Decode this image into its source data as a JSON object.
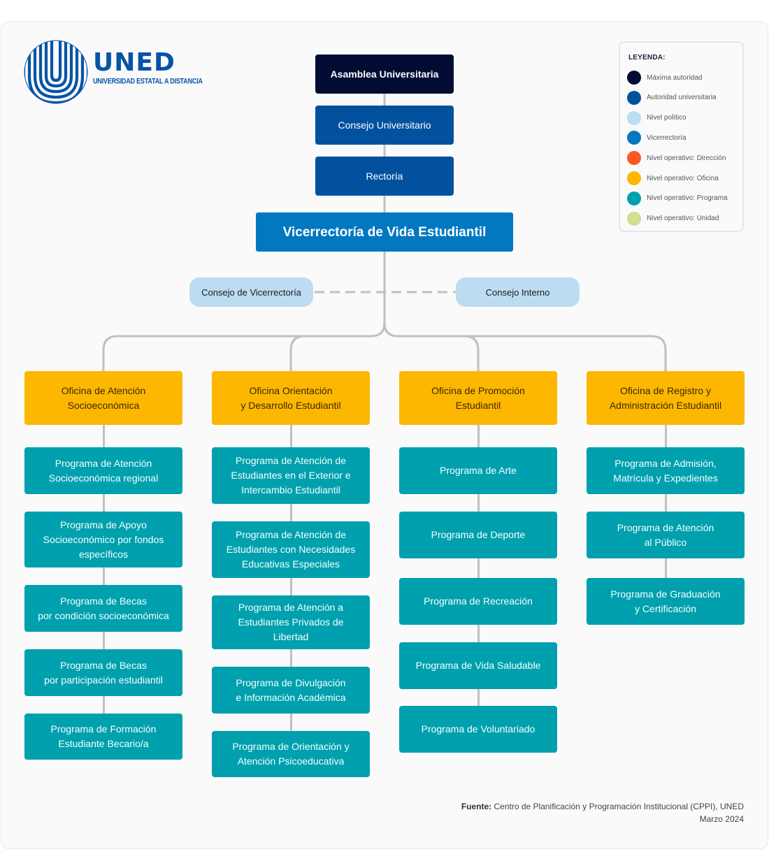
{
  "logo": {
    "name": "UNED",
    "subtitle": "UNIVERSIDAD ESTATAL A DISTANCIA",
    "brand_color": "#0554a7"
  },
  "legend": {
    "title": "LEYENDA:",
    "items": [
      {
        "label": "Máxima autoridad",
        "color": "#020c32"
      },
      {
        "label": "Autoridad universitaria",
        "color": "#02519f"
      },
      {
        "label": "Nivel político",
        "color": "#bcdcf2"
      },
      {
        "label": "Vicerrectoría",
        "color": "#0278c1"
      },
      {
        "label": "Nivel operativo: Dirección",
        "color": "#fe5722"
      },
      {
        "label": "Nivel operativo: Oficina",
        "color": "#feb701"
      },
      {
        "label": "Nivel operativo: Programa",
        "color": "#01a0ae"
      },
      {
        "label": "Nivel operativo: Unidad",
        "color": "#d0df91"
      }
    ]
  },
  "hierarchy": {
    "asamblea": "Asamblea Universitaria",
    "consejo_universitario": "Consejo Universitario",
    "rectoria": "Rectoría",
    "vicerrectoria": "Vicerrectoría de Vida Estudiantil",
    "consejo_vicerrectoria": "Consejo de Vicerrectoría",
    "consejo_interno": "Consejo Interno"
  },
  "offices": [
    {
      "name": "Oficina de Atención\nSocioeconómica",
      "programs": [
        "Programa de Atención\nSocioeconómica regional",
        "Programa de Apoyo\nSocioeconómico por fondos\nespecíficos",
        "Programa de Becas\npor condición socioeconómica",
        "Programa de Becas\npor participación estudiantil",
        "Programa de Formación\nEstudiante Becario/a"
      ]
    },
    {
      "name": "Oficina Orientación\ny Desarrollo Estudiantil",
      "programs": [
        "Programa de Atención de\nEstudiantes en el Exterior e\nIntercambio Estudiantil",
        "Programa de Atención de\nEstudiantes con Necesidades\nEducativas Especiales",
        "Programa de Atención a\nEstudiantes Privados de\nLibertad",
        "Programa de Divulgación\ne Información Académica",
        "Programa de Orientación y\nAtención Psicoeducativa"
      ]
    },
    {
      "name": "Oficina de Promoción\nEstudiantil",
      "programs": [
        "Programa de Arte",
        "Programa de Deporte",
        "Programa de Recreación",
        "Programa de Vida Saludable",
        "Programa de Voluntariado"
      ]
    },
    {
      "name": "Oficina de Registro y\nAdministración Estudiantil",
      "programs": [
        "Programa de Admisión,\nMatrícula y Expedientes",
        "Programa de Atención\nal Público",
        "Programa de Graduación\ny Certificación"
      ]
    }
  ],
  "source": {
    "label": "Fuente:",
    "text": " Centro de Planificación y Programación Institucional (CPPI), UNED",
    "date": "Marzo 2024"
  }
}
